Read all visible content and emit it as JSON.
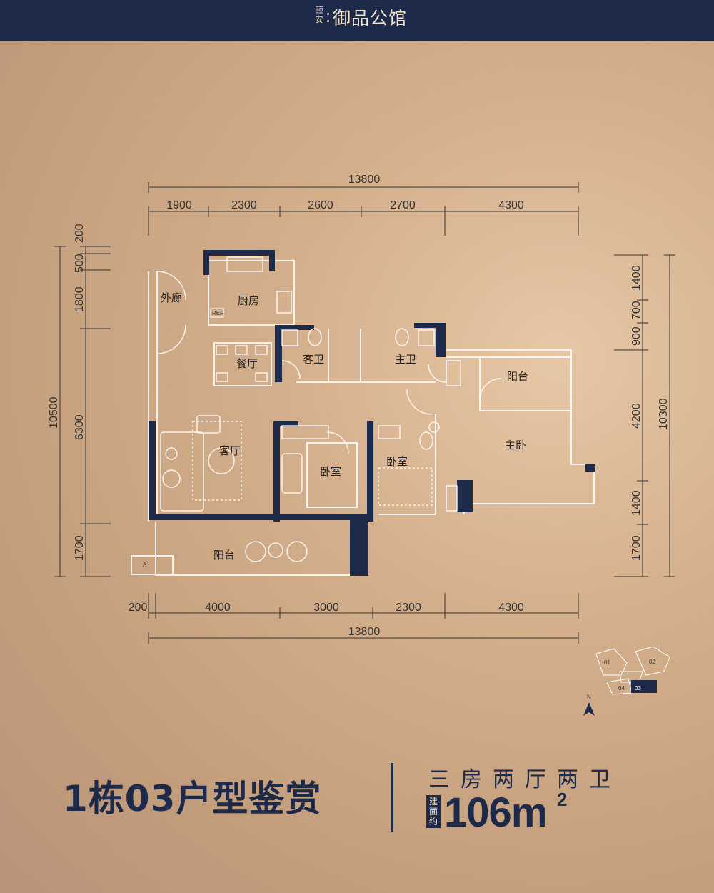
{
  "header": {
    "brand_small": "颐安",
    "project_name": "御品公馆"
  },
  "plan": {
    "top_dims": {
      "total": "13800",
      "segments": [
        "1900",
        "2300",
        "2600",
        "2700",
        "4300"
      ]
    },
    "bottom_dims": {
      "total": "13800",
      "segments": [
        "200",
        "4000",
        "3000",
        "2300",
        "4300"
      ]
    },
    "left_dims": {
      "total": "10500",
      "segments": [
        "200",
        "500",
        "1800",
        "6300",
        "1700"
      ]
    },
    "right_dims": {
      "total": "10300",
      "segments": [
        "1400",
        "700",
        "900",
        "4200",
        "1400",
        "1700"
      ]
    },
    "rooms": {
      "corridor": "外廊",
      "kitchen": "厨房",
      "dining": "餐厅",
      "guest_bath": "客卫",
      "master_bath": "主卫",
      "balcony_upper": "阳台",
      "master_bedroom": "主卧",
      "living": "客厅",
      "bedroom_a": "卧室",
      "bedroom_b": "卧室",
      "balcony_lower": "阳台"
    },
    "fixtures": {
      "refrigerator": "REF",
      "ac_unit": "A"
    }
  },
  "keyplan": {
    "units": [
      "01",
      "02",
      "04",
      "03"
    ],
    "highlighted_unit": "03",
    "north": "N"
  },
  "footer": {
    "title": "1栋03户型鉴赏",
    "layout_type": "三房两厅两卫",
    "area_badge": "建面约",
    "area_value": "106m",
    "area_unit_sup": "2"
  },
  "colors": {
    "wall": "#1e2a4a",
    "accent_bar": "#1e2a4a",
    "background": "#d4af8c"
  }
}
